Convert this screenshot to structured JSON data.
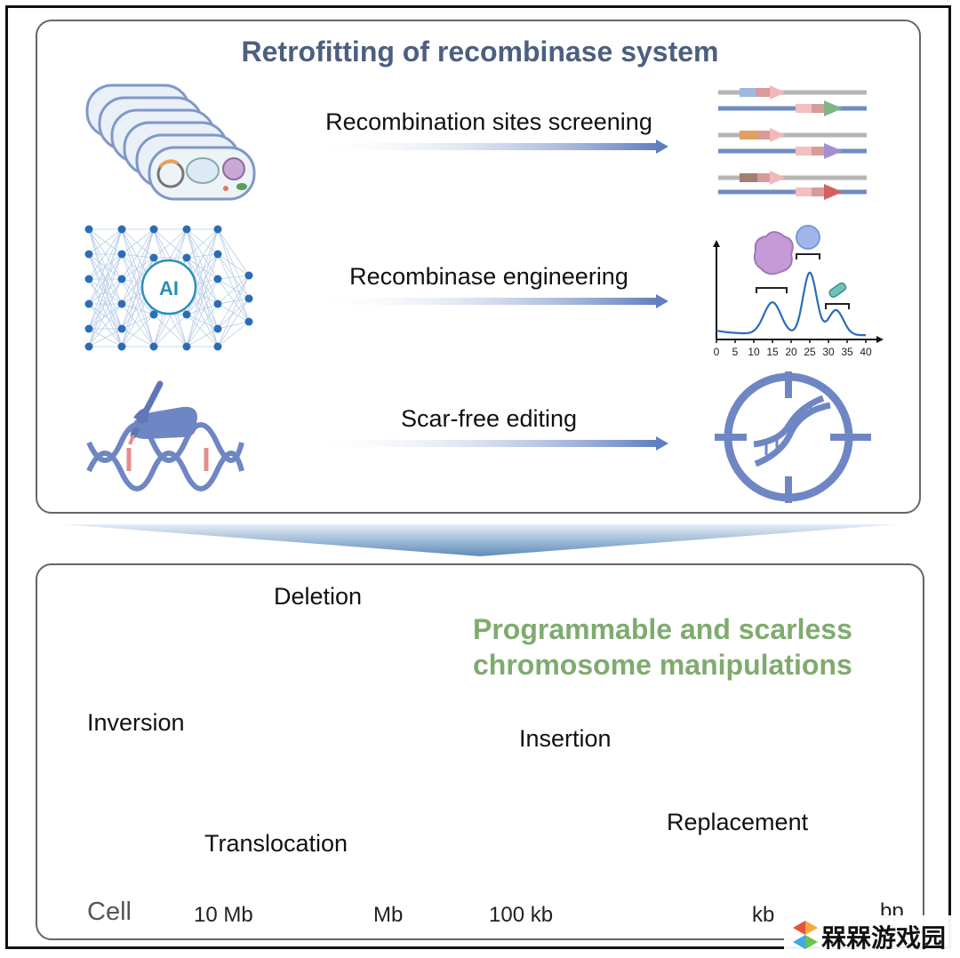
{
  "top": {
    "title": "Retrofitting of recombinase system",
    "rows": [
      {
        "label": "Recombination sites screening"
      },
      {
        "label": "Recombinase engineering"
      },
      {
        "label": "Scar-free editing"
      }
    ],
    "ai_label": "AI"
  },
  "chart_data": {
    "type": "line",
    "x": [
      0,
      5,
      10,
      15,
      20,
      25,
      30,
      35,
      40
    ],
    "tick_labels": [
      "0",
      "5",
      "10",
      "15",
      "20",
      "25",
      "30",
      "35",
      "40"
    ],
    "title": "",
    "xlabel": "",
    "ylabel": "",
    "peaks": [
      15,
      25,
      32
    ],
    "xlim": [
      0,
      40
    ]
  },
  "bottom": {
    "title_line1": "Programmable and scarless",
    "title_line2": "chromosome manipulations",
    "deletion": "Deletion",
    "inversion": "Inversion",
    "translocation": "Translocation",
    "insertion": "Insertion",
    "replacement": "Replacement",
    "scale": {
      "cell": "Cell",
      "mb10": "10 Mb",
      "mb": "Mb",
      "kb100": "100 kb",
      "kb": "kb",
      "bp": "bp"
    }
  },
  "watermark": {
    "text": "槑槑游戏园"
  },
  "colors": {
    "title_blue": "#4c5f80",
    "title_green": "#7fab6e",
    "arrow_blue": "#5f7fbf",
    "chromosome_orange": "#f2a76b",
    "chromosome_grey": "#a6a6a6",
    "insertion": "#b05a84",
    "replacement": "#f7a45c"
  }
}
